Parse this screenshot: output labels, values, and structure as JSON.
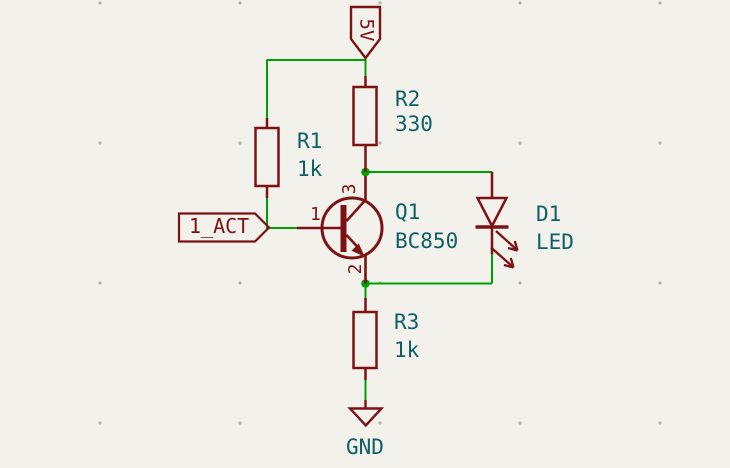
{
  "schematic": {
    "power_flag": {
      "label": "5V"
    },
    "ground": {
      "label": "GND"
    },
    "net_label": {
      "label": "1_ACT"
    },
    "components": {
      "r1": {
        "ref": "R1",
        "value": "1k"
      },
      "r2": {
        "ref": "R2",
        "value": "330"
      },
      "r3": {
        "ref": "R3",
        "value": "1k"
      },
      "q1": {
        "ref": "Q1",
        "value": "BC850"
      },
      "d1": {
        "ref": "D1",
        "value": "LED"
      }
    },
    "pin_numbers": {
      "base": "1",
      "emitter": "2",
      "collector": "3"
    }
  },
  "colors": {
    "background": "#f2f1ec",
    "symbol_outline": "#7d1214",
    "wire": "#00a005",
    "field_text": "#0e5f66",
    "grid_dot": "#b3b2aa"
  }
}
